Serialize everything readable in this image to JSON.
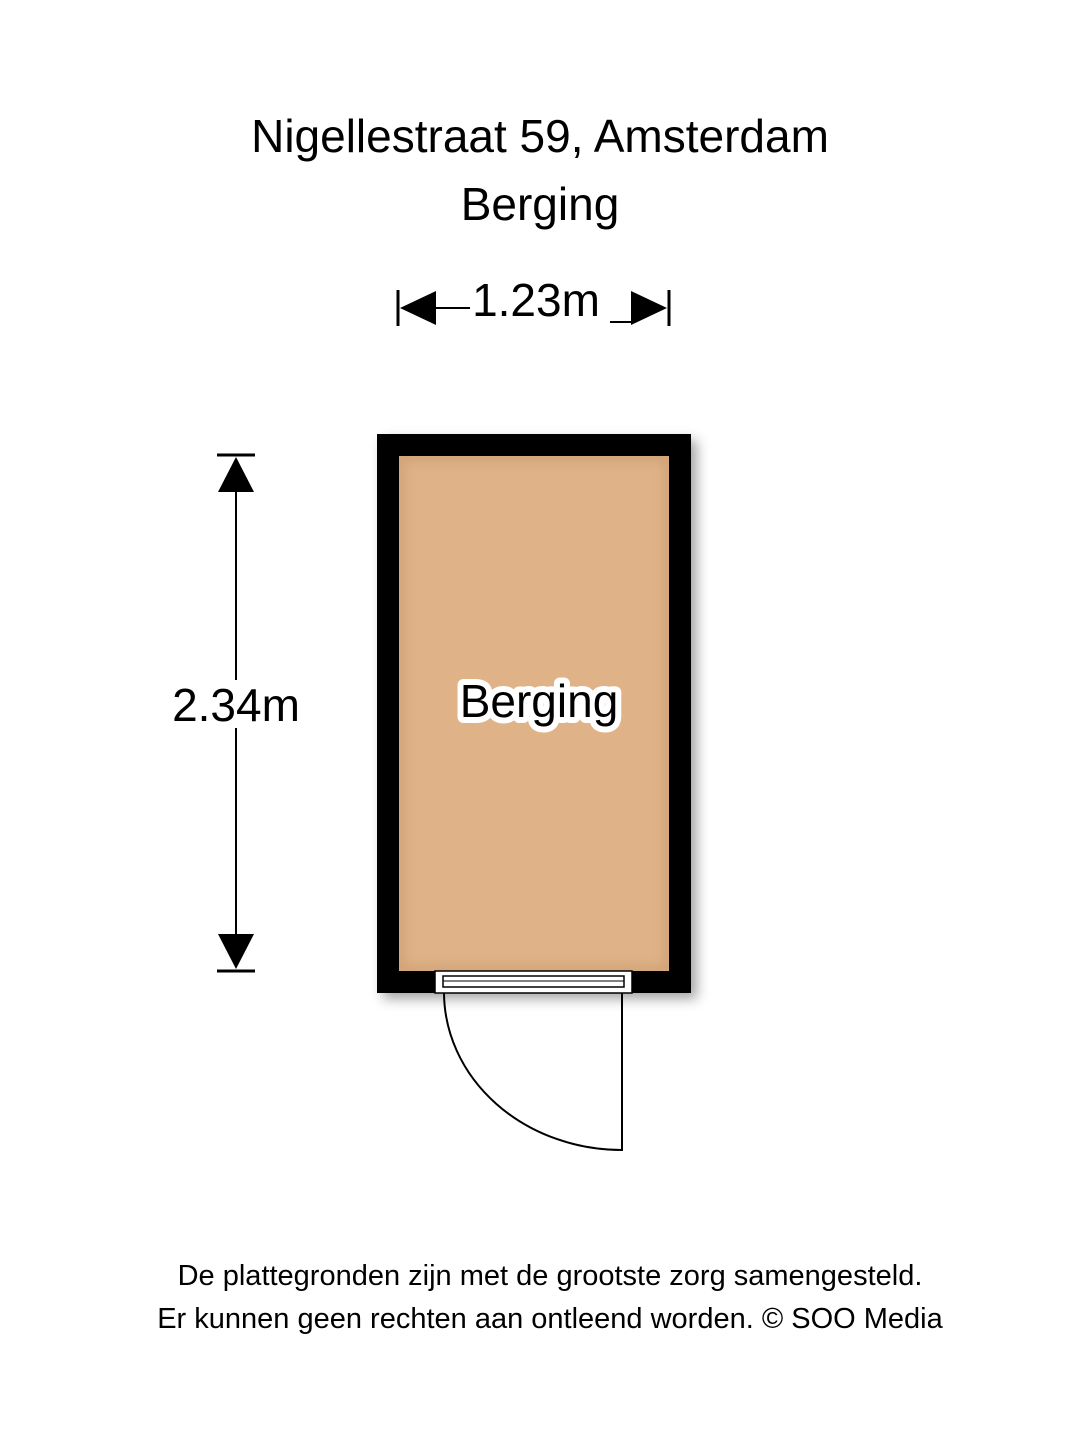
{
  "header": {
    "address": "Nigellestraat 59, Amsterdam",
    "room_name": "Berging"
  },
  "plan": {
    "room_label": "Berging",
    "width_label": "1.23m",
    "depth_label": "2.34m",
    "colors": {
      "floor": "#dfb288",
      "wall": "#000000",
      "label_halo": "#ffffff"
    },
    "icons": [
      "dimension-arrow-icon",
      "door-swing-icon"
    ]
  },
  "footer": {
    "line1": "De plattegronden zijn met de grootste zorg samengesteld.",
    "line2": "Er kunnen geen rechten aan ontleend worden. © SOO Media"
  }
}
